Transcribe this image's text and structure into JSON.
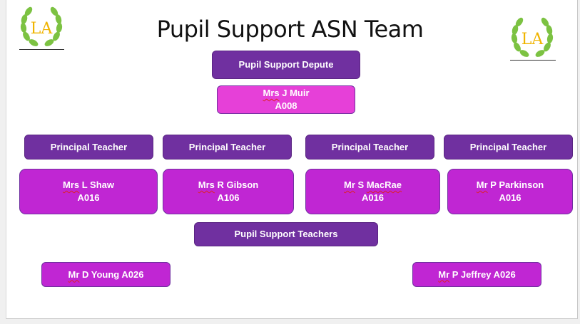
{
  "title": "Pupil Support ASN Team",
  "logo": {
    "letters": "LA",
    "colors": {
      "laurel": "#7cc242",
      "letters": "#f0b400"
    }
  },
  "colors": {
    "role_box": "#7030a0",
    "person_box": "#c026d3",
    "depute_person_box": "#e640d8"
  },
  "depute": {
    "role": "Pupil Support Depute",
    "name_prefix": "Mrs",
    "name_rest": " J Muir",
    "room": "A008"
  },
  "principal_teachers": [
    {
      "role": "Principal Teacher",
      "name_prefix": "Mrs",
      "name_rest": " L Shaw",
      "room": "A016"
    },
    {
      "role": "Principal Teacher",
      "name_prefix": "Mrs",
      "name_rest": " R Gibson",
      "room": "A106"
    },
    {
      "role": "Principal Teacher",
      "name_prefix": "Mr",
      "name_rest": " S ",
      "name_suffix": "MacRae",
      "room": "A016"
    },
    {
      "role": "Principal Teacher",
      "name_prefix": "Mr",
      "name_rest": " P Parkinson",
      "room": "A016"
    }
  ],
  "support_teachers": {
    "role": "Pupil Support Teachers",
    "members": [
      {
        "name_prefix": "Mr",
        "rest": " D Young A026"
      },
      {
        "name_prefix": "Mr",
        "rest": " P Jeffrey A026"
      }
    ]
  }
}
